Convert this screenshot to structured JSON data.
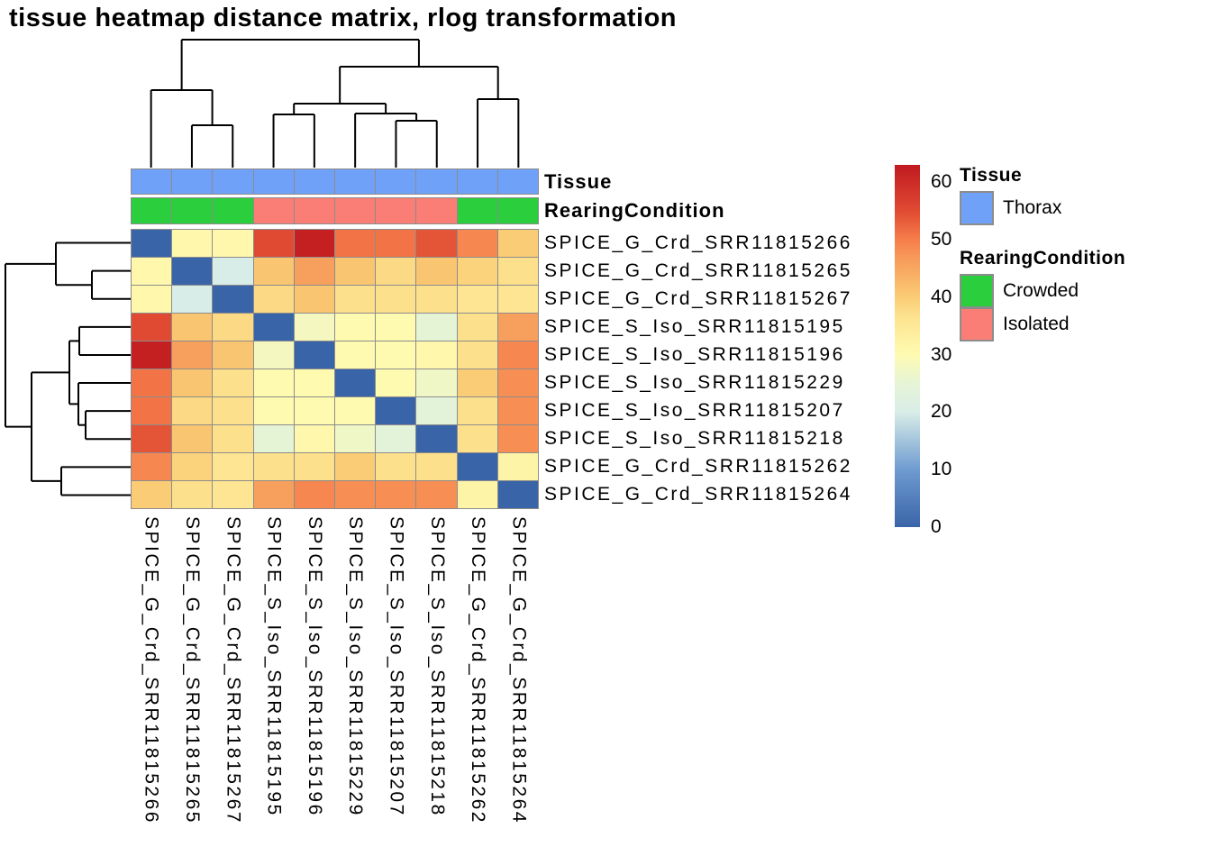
{
  "title": "tissue heatmap distance matrix, rlog transformation",
  "annotation_row_labels": {
    "tissue": "Tissue",
    "rearing": "RearingCondition"
  },
  "legend": {
    "colorbar_ticks": [
      0,
      10,
      20,
      30,
      40,
      50,
      60
    ],
    "groups": [
      {
        "header": "Tissue",
        "items": [
          {
            "label": "Thorax",
            "color": "#70A1F8"
          }
        ]
      },
      {
        "header": "RearingCondition",
        "items": [
          {
            "label": "Crowded",
            "color": "#2BCE3C"
          },
          {
            "label": "Isolated",
            "color": "#FA7E76"
          }
        ]
      }
    ]
  },
  "chart_data": {
    "type": "heatmap",
    "title": "tissue heatmap distance matrix, rlog transformation",
    "labels": [
      "SPICE_G_Crd_SRR11815266",
      "SPICE_G_Crd_SRR11815265",
      "SPICE_G_Crd_SRR11815267",
      "SPICE_S_Iso_SRR11815195",
      "SPICE_S_Iso_SRR11815196",
      "SPICE_S_Iso_SRR11815229",
      "SPICE_S_Iso_SRR11815207",
      "SPICE_S_Iso_SRR11815218",
      "SPICE_G_Crd_SRR11815262",
      "SPICE_G_Crd_SRR11815264"
    ],
    "matrix": [
      [
        0,
        31,
        31,
        55,
        62,
        51,
        51,
        54,
        49,
        40
      ],
      [
        31,
        0,
        20,
        41,
        46,
        41,
        38,
        41,
        39,
        37
      ],
      [
        31,
        20,
        0,
        38,
        41,
        37,
        37,
        37,
        36,
        36
      ],
      [
        55,
        41,
        38,
        0,
        28,
        30,
        30,
        25,
        37,
        46
      ],
      [
        62,
        46,
        41,
        28,
        0,
        30,
        30,
        31,
        37,
        49
      ],
      [
        51,
        41,
        37,
        30,
        30,
        0,
        30,
        27,
        40,
        48
      ],
      [
        51,
        38,
        37,
        30,
        30,
        30,
        0,
        24,
        37,
        48
      ],
      [
        54,
        41,
        37,
        25,
        31,
        27,
        24,
        0,
        37,
        48
      ],
      [
        49,
        39,
        36,
        37,
        37,
        40,
        37,
        37,
        0,
        32
      ],
      [
        40,
        37,
        36,
        46,
        49,
        48,
        48,
        48,
        32,
        0
      ]
    ],
    "scale": {
      "min": 0,
      "max": 63,
      "stops": [
        [
          0,
          "#3A64A8"
        ],
        [
          10,
          "#6E9BD0"
        ],
        [
          20,
          "#D9EDE8"
        ],
        [
          25,
          "#E6F4D6"
        ],
        [
          30,
          "#FEFBB1"
        ],
        [
          36.5,
          "#FDE390"
        ],
        [
          40,
          "#FACC75"
        ],
        [
          46.5,
          "#F79C5B"
        ],
        [
          50,
          "#F67E4B"
        ],
        [
          55,
          "#E04A32"
        ],
        [
          63,
          "#C01A20"
        ]
      ]
    },
    "col_annotations": [
      {
        "name": "Tissue",
        "values": [
          "Thorax",
          "Thorax",
          "Thorax",
          "Thorax",
          "Thorax",
          "Thorax",
          "Thorax",
          "Thorax",
          "Thorax",
          "Thorax"
        ]
      },
      {
        "name": "RearingCondition",
        "values": [
          "Crowded",
          "Crowded",
          "Crowded",
          "Isolated",
          "Isolated",
          "Isolated",
          "Isolated",
          "Isolated",
          "Crowded",
          "Crowded"
        ]
      }
    ],
    "annotation_colors": {
      "Thorax": "#70A1F8",
      "Crowded": "#2BCE3C",
      "Isolated": "#FA7E76"
    },
    "col_dendrogram": [
      {
        "a": "L1",
        "b": "L2",
        "h": 47
      },
      {
        "a": "L0",
        "b": "N0",
        "h": 86
      },
      {
        "a": "L3",
        "b": "L4",
        "h": 59
      },
      {
        "a": "L6",
        "b": "L7",
        "h": 52
      },
      {
        "a": "L5",
        "b": "N3",
        "h": 60
      },
      {
        "a": "N2",
        "b": "N4",
        "h": 71
      },
      {
        "a": "L8",
        "b": "L9",
        "h": 76
      },
      {
        "a": "N5",
        "b": "N6",
        "h": 112
      },
      {
        "a": "N1",
        "b": "N7",
        "h": 142
      }
    ],
    "row_dendrogram": [
      {
        "a": "L1",
        "b": "L2",
        "h": 43
      },
      {
        "a": "L0",
        "b": "N0",
        "h": 83
      },
      {
        "a": "L3",
        "b": "L4",
        "h": 57
      },
      {
        "a": "L6",
        "b": "L7",
        "h": 50
      },
      {
        "a": "L5",
        "b": "N3",
        "h": 58
      },
      {
        "a": "N2",
        "b": "N4",
        "h": 68
      },
      {
        "a": "L8",
        "b": "L9",
        "h": 77
      },
      {
        "a": "N5",
        "b": "N6",
        "h": 110
      },
      {
        "a": "N1",
        "b": "N7",
        "h": 139
      }
    ]
  }
}
